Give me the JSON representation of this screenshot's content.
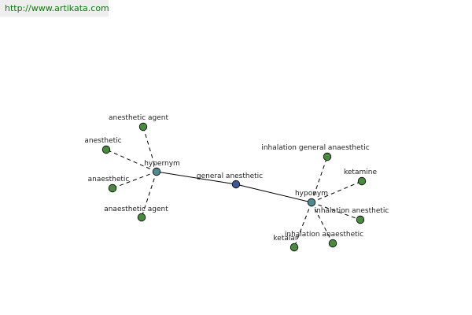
{
  "header": {
    "url": "http://www.artikata.com"
  },
  "colors": {
    "url_text": "#0f7a0f",
    "url_bg": "#eeeeee",
    "center_node": "#3d5796",
    "hub_node": "#4f8a8e",
    "leaf_node": "#4a8a3e",
    "edge": "#000000"
  },
  "graph": {
    "center": {
      "id": "center",
      "label": "general anesthetic",
      "kind": "center"
    },
    "hubs": [
      {
        "id": "hypernym",
        "label": "hypernym",
        "kind": "hub"
      },
      {
        "id": "hyponym",
        "label": "hyponym",
        "kind": "hub"
      }
    ],
    "leaves": [
      {
        "id": "l-anesthetic-agent",
        "label": "anesthetic agent",
        "hub": "hypernym"
      },
      {
        "id": "l-anesthetic",
        "label": "anesthetic",
        "hub": "hypernym"
      },
      {
        "id": "l-anaesthetic",
        "label": "anaesthetic",
        "hub": "hypernym"
      },
      {
        "id": "l-anaesthetic-agent",
        "label": "anaesthetic agent",
        "hub": "hypernym"
      },
      {
        "id": "l-inhalation-general-anaesthetic",
        "label": "inhalation general anaesthetic",
        "hub": "hyponym"
      },
      {
        "id": "l-ketamine",
        "label": "ketamine",
        "hub": "hyponym"
      },
      {
        "id": "l-inhalation-anesthetic",
        "label": "inhalation anesthetic",
        "hub": "hyponym"
      },
      {
        "id": "l-inhalation-anaesthetic",
        "label": "inhalation anaesthetic",
        "hub": "hyponym"
      },
      {
        "id": "l-ketalar",
        "label": "ketalar",
        "hub": "hyponym"
      }
    ]
  }
}
